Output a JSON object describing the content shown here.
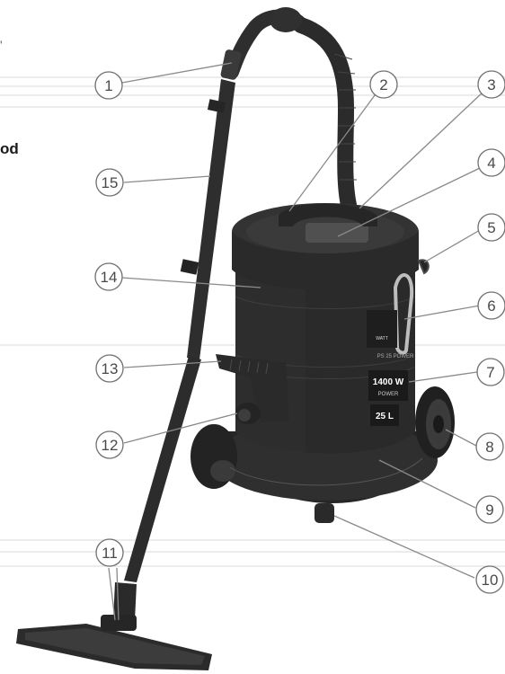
{
  "edge_text": {
    "top_fragment": "'",
    "middle_fragment": "od"
  },
  "product": {
    "power_label": "1400 W",
    "power_caption": "POWER",
    "capacity_label": "25 L",
    "brand_mark": "WATT",
    "model_text": "PS 25 POWER"
  },
  "callouts": [
    {
      "id": 1,
      "label": "1"
    },
    {
      "id": 2,
      "label": "2"
    },
    {
      "id": 3,
      "label": "3"
    },
    {
      "id": 4,
      "label": "4"
    },
    {
      "id": 5,
      "label": "5"
    },
    {
      "id": 6,
      "label": "6"
    },
    {
      "id": 7,
      "label": "7"
    },
    {
      "id": 8,
      "label": "8"
    },
    {
      "id": 9,
      "label": "9"
    },
    {
      "id": 10,
      "label": "10"
    },
    {
      "id": 11,
      "label": "11"
    },
    {
      "id": 12,
      "label": "12"
    },
    {
      "id": 13,
      "label": "13"
    },
    {
      "id": 14,
      "label": "14"
    },
    {
      "id": 15,
      "label": "15"
    }
  ],
  "colors": {
    "body": "#2b2b2b",
    "body_dark": "#1c1c1c",
    "body_light": "#3a3a3a",
    "hose": "#333333",
    "leader": "#888888",
    "guide_line": "#e4e4e4",
    "circle_stroke": "#707070"
  }
}
